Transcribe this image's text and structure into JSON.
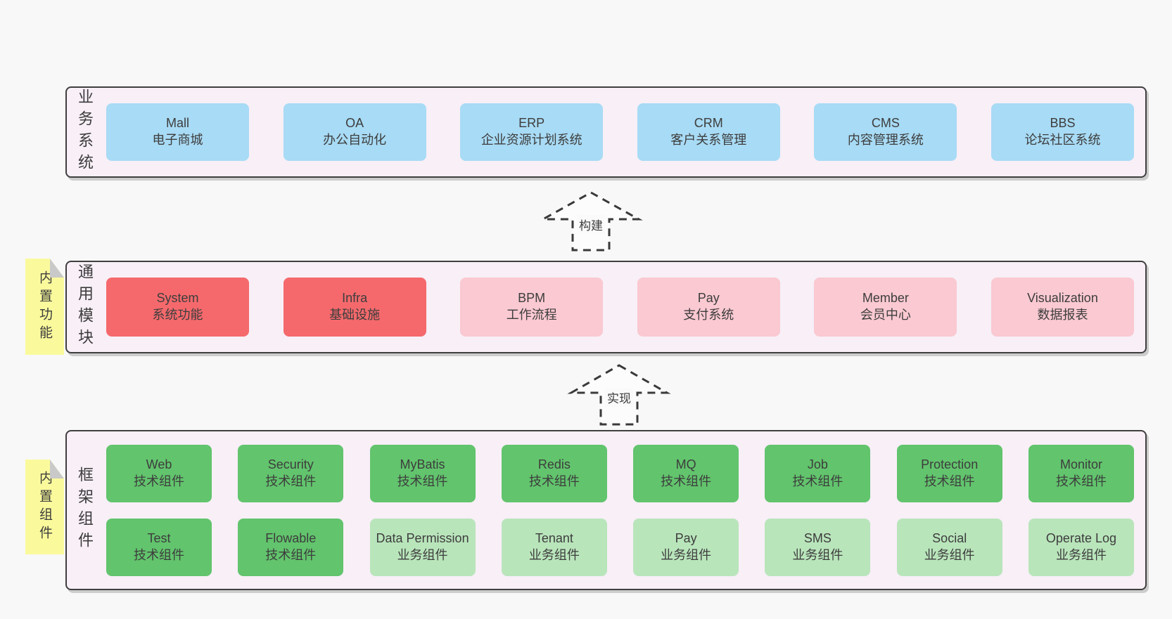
{
  "colors": {
    "page_bg": "#f8f8f8",
    "band_bg": "#f8eff7",
    "band_border": "#3f3f3f",
    "blue": "#a8dbf5",
    "red": "#f5696c",
    "pink": "#fac9d1",
    "green_dark": "#62c46d",
    "green_light": "#b9e5bb",
    "note_yellow": "#fafa9d",
    "note_fold": "#c9c9c9",
    "text": "#3c3c3c"
  },
  "layers": {
    "business": {
      "label": "业务系统",
      "items": [
        {
          "name": "Mall",
          "desc": "电子商城",
          "variant": "blue"
        },
        {
          "name": "OA",
          "desc": "办公自动化",
          "variant": "blue"
        },
        {
          "name": "ERP",
          "desc": "企业资源计划系统",
          "variant": "blue"
        },
        {
          "name": "CRM",
          "desc": "客户关系管理",
          "variant": "blue"
        },
        {
          "name": "CMS",
          "desc": "内容管理系统",
          "variant": "blue"
        },
        {
          "name": "BBS",
          "desc": "论坛社区系统",
          "variant": "blue"
        }
      ]
    },
    "modules": {
      "label": "通用模块",
      "note": "内置功能",
      "items": [
        {
          "name": "System",
          "desc": "系统功能",
          "variant": "red"
        },
        {
          "name": "Infra",
          "desc": "基础设施",
          "variant": "red"
        },
        {
          "name": "BPM",
          "desc": "工作流程",
          "variant": "pink"
        },
        {
          "name": "Pay",
          "desc": "支付系统",
          "variant": "pink"
        },
        {
          "name": "Member",
          "desc": "会员中心",
          "variant": "pink"
        },
        {
          "name": "Visualization",
          "desc": "数据报表",
          "variant": "pink"
        }
      ]
    },
    "components": {
      "label": "框架组件",
      "note": "内置组件",
      "rows": [
        [
          {
            "name": "Web",
            "desc": "技术组件",
            "variant": "green-dark"
          },
          {
            "name": "Security",
            "desc": "技术组件",
            "variant": "green-dark"
          },
          {
            "name": "MyBatis",
            "desc": "技术组件",
            "variant": "green-dark"
          },
          {
            "name": "Redis",
            "desc": "技术组件",
            "variant": "green-dark"
          },
          {
            "name": "MQ",
            "desc": "技术组件",
            "variant": "green-dark"
          },
          {
            "name": "Job",
            "desc": "技术组件",
            "variant": "green-dark"
          },
          {
            "name": "Protection",
            "desc": "技术组件",
            "variant": "green-dark"
          },
          {
            "name": "Monitor",
            "desc": "技术组件",
            "variant": "green-dark"
          }
        ],
        [
          {
            "name": "Test",
            "desc": "技术组件",
            "variant": "green-dark"
          },
          {
            "name": "Flowable",
            "desc": "技术组件",
            "variant": "green-dark"
          },
          {
            "name": "Data Permission",
            "desc": "业务组件",
            "variant": "green-light"
          },
          {
            "name": "Tenant",
            "desc": "业务组件",
            "variant": "green-light"
          },
          {
            "name": "Pay",
            "desc": "业务组件",
            "variant": "green-light"
          },
          {
            "name": "SMS",
            "desc": "业务组件",
            "variant": "green-light"
          },
          {
            "name": "Social",
            "desc": "业务组件",
            "variant": "green-light"
          },
          {
            "name": "Operate Log",
            "desc": "业务组件",
            "variant": "green-light"
          }
        ]
      ]
    }
  },
  "arrows": [
    {
      "label": "构建"
    },
    {
      "label": "实现"
    }
  ]
}
